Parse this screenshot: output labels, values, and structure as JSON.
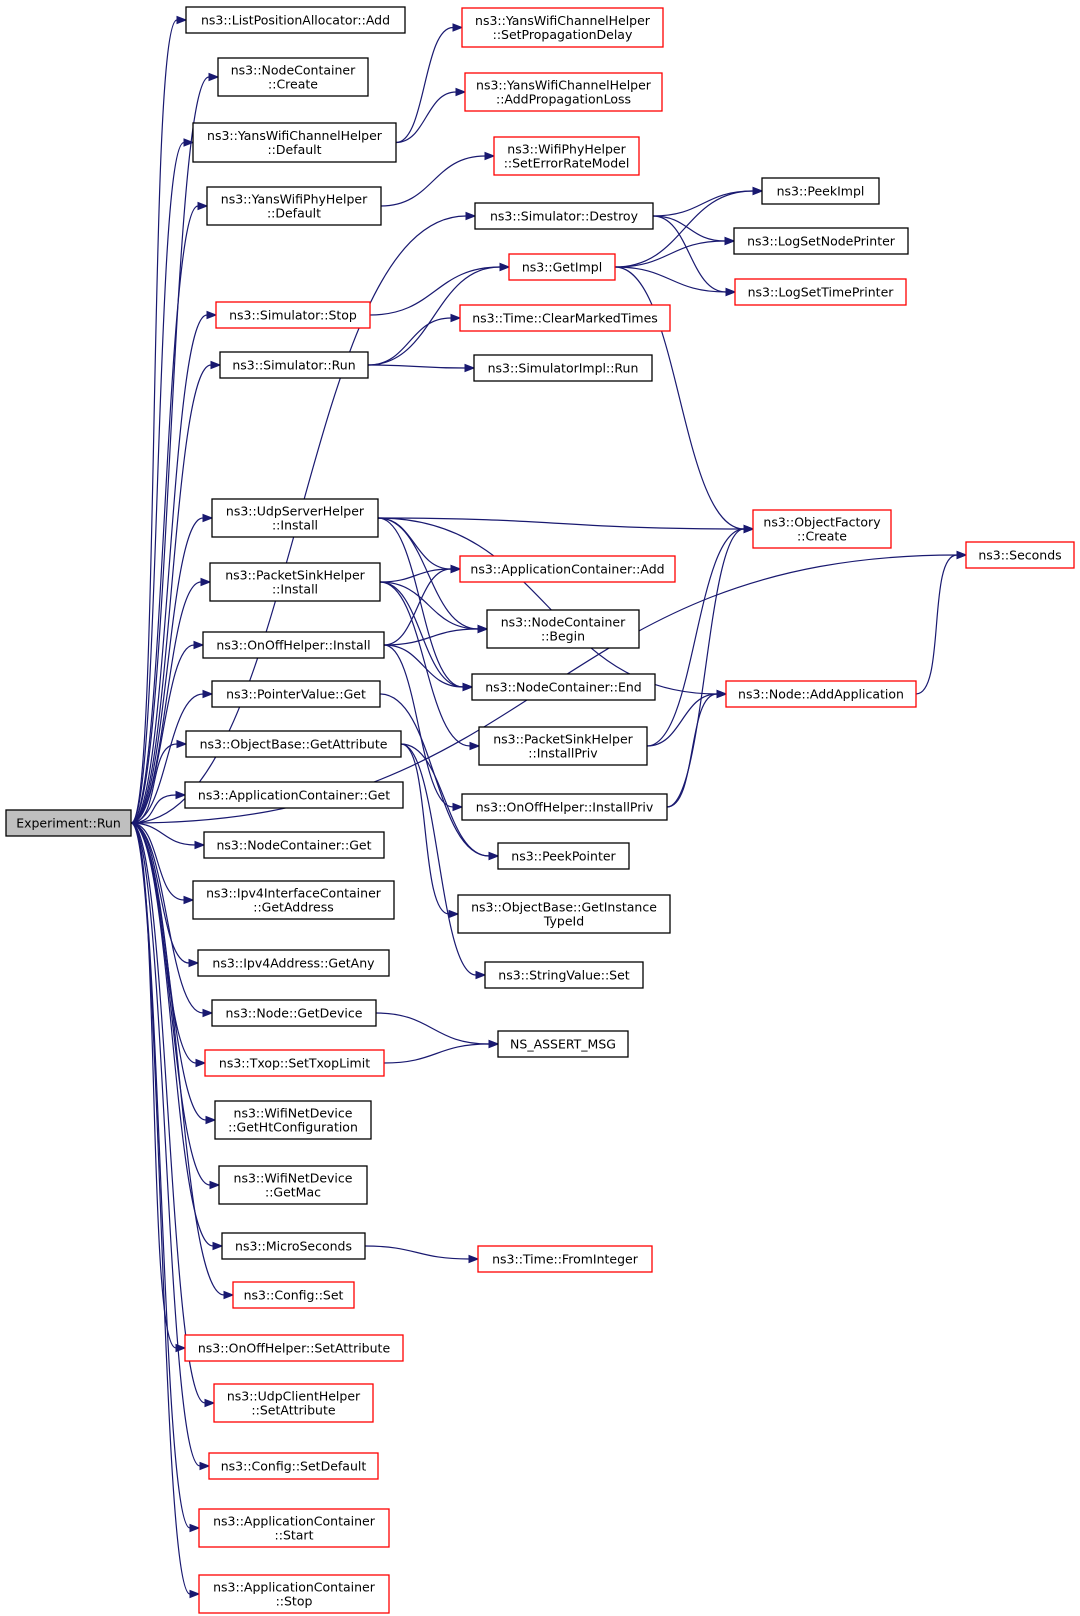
{
  "colors": {
    "edge": "#191970",
    "black_border": "#000000",
    "red_border": "#ff0000",
    "root_fill": "#bfbfbf"
  },
  "nodes": [
    {
      "id": "root",
      "lines": [
        "Experiment::Run"
      ],
      "style": "root"
    },
    {
      "id": "lpa_add",
      "lines": [
        "ns3::ListPositionAllocator::Add"
      ],
      "style": "black"
    },
    {
      "id": "nc_create",
      "lines": [
        "ns3::NodeContainer",
        "::Create"
      ],
      "style": "black"
    },
    {
      "id": "ywch_default",
      "lines": [
        "ns3::YansWifiChannelHelper",
        "::Default"
      ],
      "style": "black"
    },
    {
      "id": "ywph_default",
      "lines": [
        "ns3::YansWifiPhyHelper",
        "::Default"
      ],
      "style": "black"
    },
    {
      "id": "sim_stop",
      "lines": [
        "ns3::Simulator::Stop"
      ],
      "style": "red"
    },
    {
      "id": "sim_run",
      "lines": [
        "ns3::Simulator::Run"
      ],
      "style": "black"
    },
    {
      "id": "udpserver_install",
      "lines": [
        "ns3::UdpServerHelper",
        "::Install"
      ],
      "style": "black"
    },
    {
      "id": "psh_install",
      "lines": [
        "ns3::PacketSinkHelper",
        "::Install"
      ],
      "style": "black"
    },
    {
      "id": "onoff_install",
      "lines": [
        "ns3::OnOffHelper::Install"
      ],
      "style": "black"
    },
    {
      "id": "pv_get",
      "lines": [
        "ns3::PointerValue::Get"
      ],
      "style": "black"
    },
    {
      "id": "ob_getattr",
      "lines": [
        "ns3::ObjectBase::GetAttribute"
      ],
      "style": "black"
    },
    {
      "id": "ac_get",
      "lines": [
        "ns3::ApplicationContainer::Get"
      ],
      "style": "black"
    },
    {
      "id": "nc_get",
      "lines": [
        "ns3::NodeContainer::Get"
      ],
      "style": "black"
    },
    {
      "id": "ipv4ic_getaddr",
      "lines": [
        "ns3::Ipv4InterfaceContainer",
        "::GetAddress"
      ],
      "style": "black"
    },
    {
      "id": "ipv4a_getany",
      "lines": [
        "ns3::Ipv4Address::GetAny"
      ],
      "style": "black"
    },
    {
      "id": "node_getdevice",
      "lines": [
        "ns3::Node::GetDevice"
      ],
      "style": "black"
    },
    {
      "id": "txop_set",
      "lines": [
        "ns3::Txop::SetTxopLimit"
      ],
      "style": "red"
    },
    {
      "id": "wnd_htconf",
      "lines": [
        "ns3::WifiNetDevice",
        "::GetHtConfiguration"
      ],
      "style": "black"
    },
    {
      "id": "wnd_getmac",
      "lines": [
        "ns3::WifiNetDevice",
        "::GetMac"
      ],
      "style": "black"
    },
    {
      "id": "microsec",
      "lines": [
        "ns3::MicroSeconds"
      ],
      "style": "black"
    },
    {
      "id": "config_set",
      "lines": [
        "ns3::Config::Set"
      ],
      "style": "red"
    },
    {
      "id": "onoff_setattr",
      "lines": [
        "ns3::OnOffHelper::SetAttribute"
      ],
      "style": "red"
    },
    {
      "id": "udpclient_setattr",
      "lines": [
        "ns3::UdpClientHelper",
        "::SetAttribute"
      ],
      "style": "red"
    },
    {
      "id": "config_setdefault",
      "lines": [
        "ns3::Config::SetDefault"
      ],
      "style": "red"
    },
    {
      "id": "ac_start",
      "lines": [
        "ns3::ApplicationContainer",
        "::Start"
      ],
      "style": "red"
    },
    {
      "id": "ac_stop",
      "lines": [
        "ns3::ApplicationContainer",
        "::Stop"
      ],
      "style": "red"
    },
    {
      "id": "ywch_setdelay",
      "lines": [
        "ns3::YansWifiChannelHelper",
        "::SetPropagationDelay"
      ],
      "style": "red"
    },
    {
      "id": "ywch_addloss",
      "lines": [
        "ns3::YansWifiChannelHelper",
        "::AddPropagationLoss"
      ],
      "style": "red"
    },
    {
      "id": "wph_seterr",
      "lines": [
        "ns3::WifiPhyHelper",
        "::SetErrorRateModel"
      ],
      "style": "red"
    },
    {
      "id": "sim_destroy",
      "lines": [
        "ns3::Simulator::Destroy"
      ],
      "style": "black"
    },
    {
      "id": "getimpl",
      "lines": [
        "ns3::GetImpl"
      ],
      "style": "red"
    },
    {
      "id": "time_clear",
      "lines": [
        "ns3::Time::ClearMarkedTimes"
      ],
      "style": "red"
    },
    {
      "id": "simimpl_run",
      "lines": [
        "ns3::SimulatorImpl::Run"
      ],
      "style": "black"
    },
    {
      "id": "ac_add",
      "lines": [
        "ns3::ApplicationContainer::Add"
      ],
      "style": "red"
    },
    {
      "id": "nc_begin",
      "lines": [
        "ns3::NodeContainer",
        "::Begin"
      ],
      "style": "black"
    },
    {
      "id": "nc_end",
      "lines": [
        "ns3::NodeContainer::End"
      ],
      "style": "black"
    },
    {
      "id": "psh_installpriv",
      "lines": [
        "ns3::PacketSinkHelper",
        "::InstallPriv"
      ],
      "style": "black"
    },
    {
      "id": "onoff_installpriv",
      "lines": [
        "ns3::OnOffHelper::InstallPriv"
      ],
      "style": "black"
    },
    {
      "id": "peekpointer",
      "lines": [
        "ns3::PeekPointer"
      ],
      "style": "black"
    },
    {
      "id": "ob_getinst",
      "lines": [
        "ns3::ObjectBase::GetInstance",
        "TypeId"
      ],
      "style": "black"
    },
    {
      "id": "sv_set",
      "lines": [
        "ns3::StringValue::Set"
      ],
      "style": "black"
    },
    {
      "id": "ns_assert",
      "lines": [
        "NS_ASSERT_MSG"
      ],
      "style": "black"
    },
    {
      "id": "time_fromint",
      "lines": [
        "ns3::Time::FromInteger"
      ],
      "style": "red"
    },
    {
      "id": "peekimpl",
      "lines": [
        "ns3::PeekImpl"
      ],
      "style": "black"
    },
    {
      "id": "lognode",
      "lines": [
        "ns3::LogSetNodePrinter"
      ],
      "style": "black"
    },
    {
      "id": "logtime",
      "lines": [
        "ns3::LogSetTimePrinter"
      ],
      "style": "red"
    },
    {
      "id": "of_create",
      "lines": [
        "ns3::ObjectFactory",
        "::Create"
      ],
      "style": "red"
    },
    {
      "id": "node_addapp",
      "lines": [
        "ns3::Node::AddApplication"
      ],
      "style": "red"
    },
    {
      "id": "seconds",
      "lines": [
        "ns3::Seconds"
      ],
      "style": "red"
    }
  ],
  "edges": [
    [
      "root",
      "lpa_add"
    ],
    [
      "root",
      "nc_create"
    ],
    [
      "root",
      "ywch_default"
    ],
    [
      "root",
      "ywph_default"
    ],
    [
      "root",
      "sim_destroy"
    ],
    [
      "root",
      "sim_stop"
    ],
    [
      "root",
      "sim_run"
    ],
    [
      "root",
      "seconds"
    ],
    [
      "root",
      "udpserver_install"
    ],
    [
      "root",
      "psh_install"
    ],
    [
      "root",
      "onoff_install"
    ],
    [
      "root",
      "pv_get"
    ],
    [
      "root",
      "ob_getattr"
    ],
    [
      "root",
      "ac_get"
    ],
    [
      "root",
      "nc_get"
    ],
    [
      "root",
      "ipv4ic_getaddr"
    ],
    [
      "root",
      "ipv4a_getany"
    ],
    [
      "root",
      "node_getdevice"
    ],
    [
      "root",
      "txop_set"
    ],
    [
      "root",
      "wnd_htconf"
    ],
    [
      "root",
      "wnd_getmac"
    ],
    [
      "root",
      "microsec"
    ],
    [
      "root",
      "config_set"
    ],
    [
      "root",
      "onoff_setattr"
    ],
    [
      "root",
      "udpclient_setattr"
    ],
    [
      "root",
      "config_setdefault"
    ],
    [
      "root",
      "ac_start"
    ],
    [
      "root",
      "ac_stop"
    ],
    [
      "ywch_default",
      "ywch_setdelay"
    ],
    [
      "ywch_default",
      "ywch_addloss"
    ],
    [
      "ywph_default",
      "wph_seterr"
    ],
    [
      "sim_destroy",
      "peekimpl"
    ],
    [
      "sim_destroy",
      "lognode"
    ],
    [
      "sim_destroy",
      "logtime"
    ],
    [
      "sim_stop",
      "getimpl"
    ],
    [
      "sim_run",
      "getimpl"
    ],
    [
      "sim_run",
      "time_clear"
    ],
    [
      "sim_run",
      "simimpl_run"
    ],
    [
      "getimpl",
      "peekimpl"
    ],
    [
      "getimpl",
      "lognode"
    ],
    [
      "getimpl",
      "logtime"
    ],
    [
      "getimpl",
      "of_create"
    ],
    [
      "udpserver_install",
      "of_create"
    ],
    [
      "udpserver_install",
      "ac_add"
    ],
    [
      "udpserver_install",
      "nc_begin"
    ],
    [
      "udpserver_install",
      "nc_end"
    ],
    [
      "udpserver_install",
      "node_addapp"
    ],
    [
      "psh_install",
      "ac_add"
    ],
    [
      "psh_install",
      "nc_begin"
    ],
    [
      "psh_install",
      "nc_end"
    ],
    [
      "psh_install",
      "psh_installpriv"
    ],
    [
      "onoff_install",
      "ac_add"
    ],
    [
      "onoff_install",
      "nc_begin"
    ],
    [
      "onoff_install",
      "nc_end"
    ],
    [
      "onoff_install",
      "onoff_installpriv"
    ],
    [
      "psh_installpriv",
      "of_create"
    ],
    [
      "psh_installpriv",
      "node_addapp"
    ],
    [
      "onoff_installpriv",
      "of_create"
    ],
    [
      "onoff_installpriv",
      "node_addapp"
    ],
    [
      "node_addapp",
      "seconds"
    ],
    [
      "pv_get",
      "peekpointer"
    ],
    [
      "ob_getattr",
      "peekpointer"
    ],
    [
      "ob_getattr",
      "ob_getinst"
    ],
    [
      "ob_getattr",
      "sv_set"
    ],
    [
      "node_getdevice",
      "ns_assert"
    ],
    [
      "txop_set",
      "ns_assert"
    ],
    [
      "microsec",
      "time_fromint"
    ]
  ]
}
